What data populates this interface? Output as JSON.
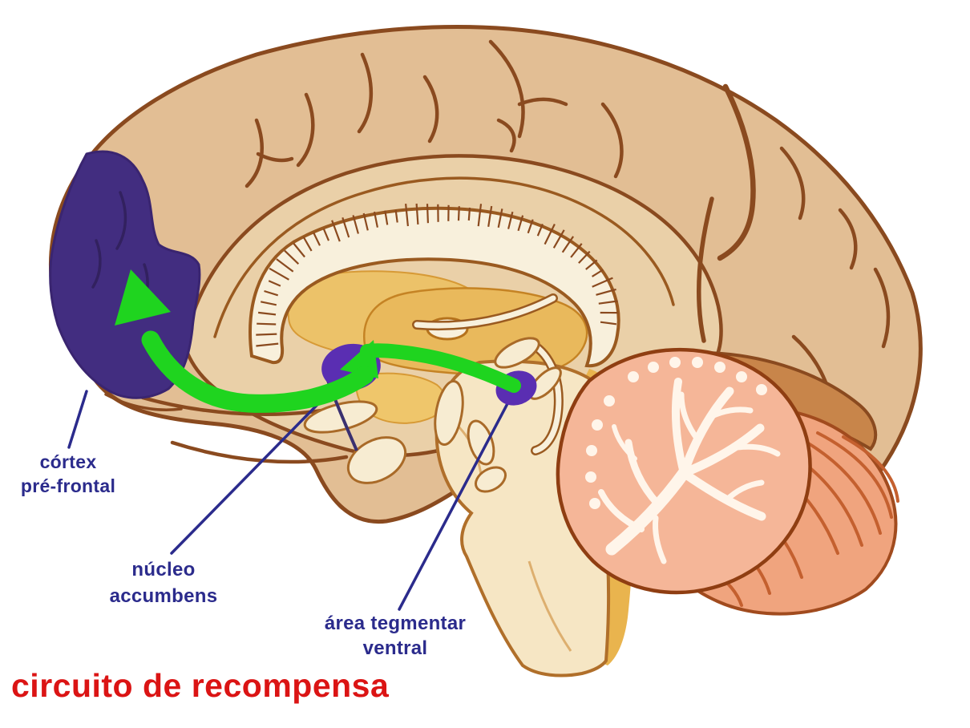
{
  "title": {
    "text": "circuito de recompensa"
  },
  "labels": {
    "prefrontal_cortex": {
      "line1": "córtex",
      "line2": "pré-frontal"
    },
    "nucleus_accumbens": {
      "line1": "núcleo",
      "line2": "accumbens"
    },
    "ventral_tegmental_area": {
      "line1": "área tegmentar",
      "line2": "ventral"
    }
  },
  "icons": [
    "arrow-vta-to-nucleus-accumbens",
    "arrow-nucleus-accumbens-to-prefrontal-cortex"
  ],
  "colors": {
    "background": "#ffffff",
    "title_red": "#db1414",
    "label_navy": "#2b2b8c",
    "pathway_green": "#1fd41f",
    "prefrontal_purple": "#422d80",
    "marker_purple": "#5a2eb2",
    "cortex_tan": "#e2be94",
    "medial_tan": "#ead0a8",
    "outline_brown": "#8a4a1f",
    "inner_cream": "#f8f0dc",
    "golden_yellow": "#e9b95c",
    "brainstem_cream": "#f6e6c4",
    "cerebellum_pink": "#f5b698",
    "cerebellum_salmon": "#f0a47e",
    "cerebellum_line": "#c4602f",
    "arbor_white": "#fff5ea"
  }
}
